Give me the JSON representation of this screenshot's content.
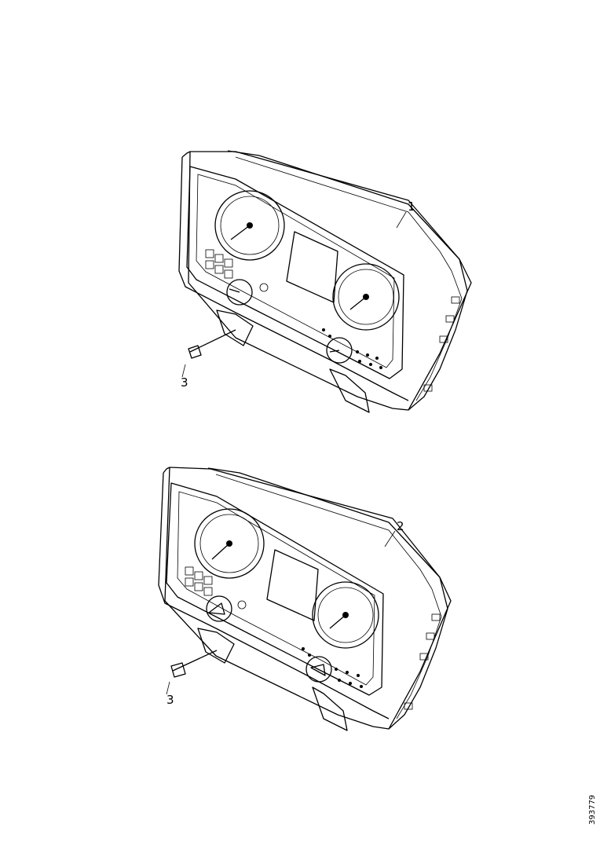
{
  "callouts": {
    "upper_cluster": "1",
    "lower_cluster": "2",
    "upper_screw": "3",
    "lower_screw": "3"
  },
  "document_id": "393779"
}
